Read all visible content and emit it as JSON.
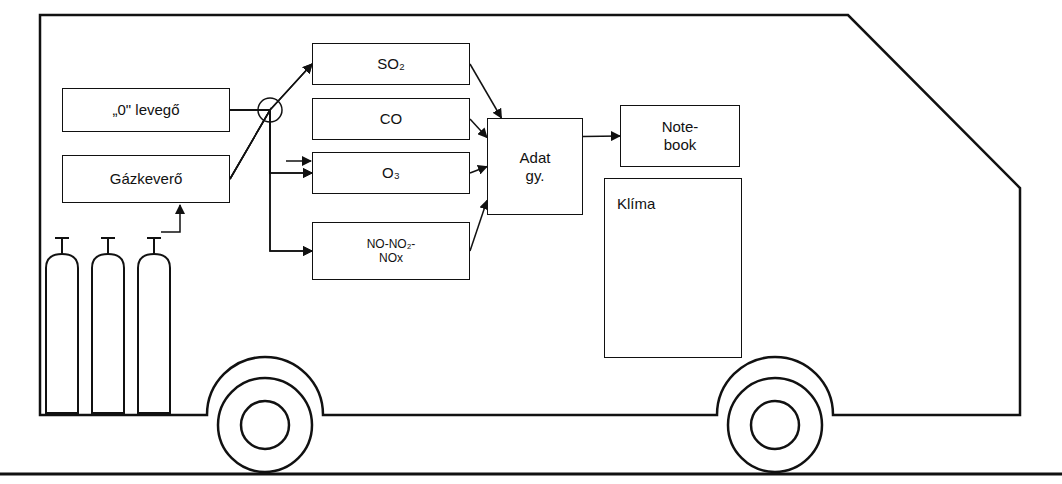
{
  "diagram": {
    "nodes": [
      {
        "text": [
          "„0\" levegő"
        ]
      },
      {
        "text": [
          "Gázkeverő"
        ]
      },
      {
        "text": [
          "SO₂"
        ]
      },
      {
        "text": [
          "CO"
        ]
      },
      {
        "text": [
          "O₃"
        ]
      },
      {
        "text": [
          "NO-NO₂- NOx"
        ]
      },
      {
        "text": [
          "Adat gy."
        ]
      },
      {
        "text": [
          "Note- book"
        ]
      },
      {
        "text": [
          "Klíma"
        ]
      }
    ],
    "edges": [
      {
        "from": 0,
        "to": 2,
        "arrow": "to"
      },
      {
        "from": 0,
        "to": 4,
        "arrow": "to"
      },
      {
        "from": 0,
        "to": 5,
        "arrow": "to"
      },
      {
        "from": 1,
        "to": 2,
        "arrow": "to"
      },
      {
        "from": 1,
        "to": 4,
        "arrow": "to"
      },
      {
        "from": 1,
        "to": 5,
        "arrow": "to"
      },
      {
        "from": 2,
        "to": 6,
        "arrow": "to"
      },
      {
        "from": 3,
        "to": 6,
        "arrow": "to"
      },
      {
        "from": 4,
        "to": 6,
        "arrow": "to"
      },
      {
        "from": 5,
        "to": 6,
        "arrow": "to"
      },
      {
        "from": 6,
        "to": 7,
        "arrow": "to"
      }
    ]
  }
}
